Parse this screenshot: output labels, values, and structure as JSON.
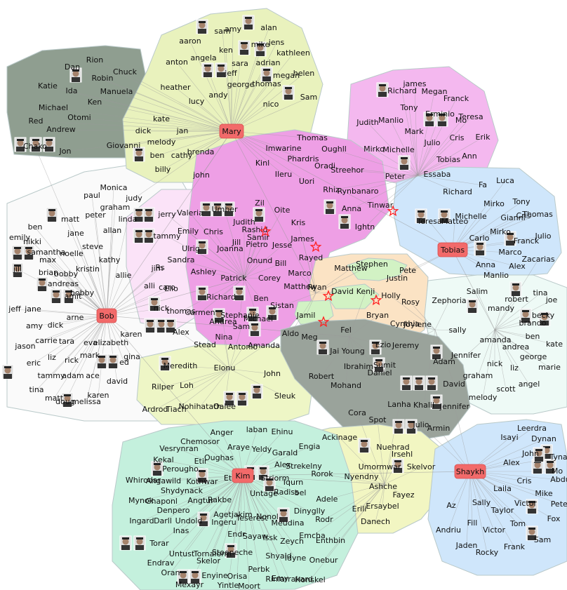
{
  "palette": {
    "hub_fill": "#f26a6a",
    "edge": "#9a9a9a",
    "star": "#ff2020",
    "background": "#ffffff"
  },
  "clusters": [
    {
      "id": "grey-topleft",
      "color": "#8f9e90"
    },
    {
      "id": "yellow-mary",
      "color": "#e9f2bd"
    },
    {
      "id": "pink-richard",
      "color": "#f4b8ef"
    },
    {
      "id": "pink-center",
      "color": "#ee9fe5"
    },
    {
      "id": "blue-tobias",
      "color": "#cfe6fb"
    },
    {
      "id": "white-bob",
      "color": "#fafafa"
    },
    {
      "id": "lightpink-bob",
      "color": "#fbe3f8"
    },
    {
      "id": "peach-rosy",
      "color": "#fbe3c4"
    },
    {
      "id": "green-justin",
      "color": "#d2f2c4"
    },
    {
      "id": "grey-center",
      "color": "#9aa39b"
    },
    {
      "id": "mint-jai",
      "color": "#eefaf6"
    },
    {
      "id": "yellow-john",
      "color": "#eef6c6"
    },
    {
      "id": "mint-kim",
      "color": "#c4f0dd"
    },
    {
      "id": "yellow-chemosor",
      "color": "#f2f6c2"
    },
    {
      "id": "blue-shaykh",
      "color": "#cfe6fb"
    }
  ],
  "hubs": [
    {
      "id": "mary",
      "label": "Mary"
    },
    {
      "id": "bob",
      "label": "Bob"
    },
    {
      "id": "tobias",
      "label": "Tobias"
    },
    {
      "id": "kim",
      "label": "Kim"
    },
    {
      "id": "shaykh",
      "label": "Shaykh"
    }
  ],
  "labels": [
    "Rion",
    "Dan",
    "Chuck",
    "Robin",
    "Katie",
    "Ida",
    "Manuela",
    "Ken",
    "Michael",
    "Otomi",
    "Red",
    "Andrew",
    "Giovanni",
    "Chako",
    "Jon",
    "sam",
    "amy",
    "alan",
    "aaron",
    "ken",
    "mike",
    "jens",
    "kathleen",
    "anton",
    "angela",
    "sara",
    "adrian",
    "jeff",
    "megan",
    "helen",
    "heather",
    "george",
    "thomas",
    "lucy",
    "andy",
    "nico",
    "Sam",
    "kate",
    "jan",
    "dick",
    "melody",
    "brenda",
    "ben",
    "cathy",
    "billy",
    "john",
    "james",
    "Richard",
    "Megan",
    "Franck",
    "Tony",
    "Erminio",
    "Mo",
    "Judith",
    "Manlio",
    "Teresa",
    "Mark",
    "Cris",
    "Erik",
    "Julio",
    "Mirko",
    "Michelle",
    "Tobias",
    "Ann",
    "Peter",
    "Essaba",
    "Thomas",
    "Imwarine",
    "Oughll",
    "Phardris",
    "Kinl",
    "Oradi",
    "Streehor",
    "Ileru",
    "Uori",
    "Rhiz",
    "Rynbanaro",
    "Tinwar",
    "Anna",
    "Ightn",
    "Oite",
    "Kris",
    "James",
    "Rayed",
    "Valeria",
    "Umber",
    "Zil",
    "Judith",
    "Emily",
    "Chris",
    "Jill",
    "Pietro",
    "Jesse",
    "Joanna",
    "Rashid",
    "Samir",
    "Ulrig",
    "Fa",
    "Luca",
    "Richard",
    "Mirko",
    "Tony",
    "Cris",
    "Michelle",
    "Gianni",
    "Teresa",
    "Matteo",
    "Thomas",
    "Mirko",
    "Julio",
    "Franck",
    "Carlo",
    "Marco",
    "Zacarias",
    "Anna",
    "Alex",
    "Manlio",
    "Monica",
    "paul",
    "judy",
    "graham",
    "peter",
    "linda",
    "jerry",
    "allan",
    "jane",
    "steve",
    "noelle",
    "kathy",
    "kristin",
    "allie",
    "jim",
    "tammy",
    "emily",
    "nikki",
    "samantha",
    "max",
    "jill",
    "brian",
    "bobby",
    "andreas",
    "bobby",
    "amit",
    "jeff",
    "jane",
    "dick",
    "amy",
    "arne",
    "carrie",
    "tara",
    "eva",
    "elizabeth",
    "jason",
    "gina",
    "karen",
    "rick",
    "mark",
    "liz",
    "ed",
    "eric",
    "tammy",
    "ace",
    "adam",
    "david",
    "tina",
    "doug",
    "matt",
    "melissa",
    "karen",
    "matt",
    "ben",
    "caro",
    "alli",
    "nick",
    "thomas",
    "Alex",
    "Carmen",
    "Rs",
    "Sandra",
    "Ashley",
    "Elio",
    "Patrick",
    "Onund",
    "Bill",
    "Marco",
    "Corey",
    "Matthew",
    "Ryan",
    "David",
    "Richard",
    "Ben",
    "Sistan",
    "Stephanie",
    "Sam",
    "Michael",
    "Nina",
    "Antonio",
    "Amanda",
    "Aldo",
    "Andrea",
    "Stead",
    "Jamil",
    "Matthew",
    "Stephen",
    "Pete",
    "Justin",
    "Kenji",
    "Holly",
    "Rosy",
    "Bryan",
    "Cynthia",
    "Joylene",
    "Fel",
    "Meg",
    "Zephoria",
    "Salim",
    "tina",
    "robert",
    "joe",
    "mandy",
    "brando",
    "becky",
    "ben",
    "amanda",
    "kate",
    "andrea",
    "george",
    "nick",
    "liz",
    "marie",
    "graham",
    "angel",
    "scott",
    "melody",
    "sally",
    "Jai Young",
    "Ezio",
    "Jeremy",
    "Adam",
    "Jennifer",
    "Ibrahim",
    "Sumit",
    "Robert",
    "Daniel",
    "Mohand",
    "David",
    "Lanha",
    "Khalil",
    "Jennifer",
    "Cora",
    "Spot",
    "Julio",
    "Armin",
    "Meredith",
    "Elonu",
    "John",
    "Rilper",
    "Loh",
    "Sleuk",
    "Ardrod",
    "Tiach",
    "Nohihatath",
    "Oalee",
    "Anger",
    "laban",
    "Ehinu",
    "Ackinage",
    "Chemosor",
    "Araye",
    "Yeldy",
    "Garald",
    "Engia",
    "Vesrynran",
    "Oughas",
    "Kekal",
    "Etir",
    "Strekelny",
    "Perougho",
    "Alex",
    "Rorok",
    "Whirodar",
    "Angawild",
    "Kothwar",
    "Eth",
    "Striorm",
    "Iqurn",
    "Shydynack",
    "Untage",
    "Radiss",
    "bel",
    "Mynok",
    "Ghaponl",
    "Angtur",
    "Rakbe",
    "Adele",
    "Denpero",
    "Dinyglly",
    "Agetjakim",
    "Teserest",
    "Nonol",
    "Rodr",
    "Ingard",
    "Darll",
    "Undold",
    "Ingeru",
    "Meudina",
    "Inas",
    "Endr",
    "Sayaw",
    "Issk",
    "Emcha",
    "Zeych",
    "Enthbin",
    "Torar",
    "Untust",
    "Tornalorm",
    "Stoeneche",
    "Shyald",
    "Idyne",
    "Endrav",
    "Skelor",
    "Onebur",
    "Oran",
    "Perbk",
    "Enyine",
    "Orisa",
    "Emy",
    "Rinlarrakard",
    "Honskel",
    "Mexayr",
    "Yintle",
    "Moort",
    "Nuehrad",
    "Irsehl",
    "Umormwar",
    "Skelvor",
    "Nyendny",
    "Ashche",
    "Fayez",
    "Erili",
    "Ersaybel",
    "Danech",
    "Leerdra",
    "Isayi",
    "Dynan",
    "John",
    "Tyna",
    "Alex",
    "Cris",
    "Mo",
    "Abdul",
    "Laila",
    "Mike",
    "Az",
    "Sally",
    "Victor",
    "Peter",
    "Taylor",
    "Andriu",
    "Fill",
    "Victor",
    "Tom",
    "Fox",
    "Jaden",
    "Frank",
    "Sam",
    "Rocky",
    "Jim",
    "Robert",
    "Jill"
  ]
}
